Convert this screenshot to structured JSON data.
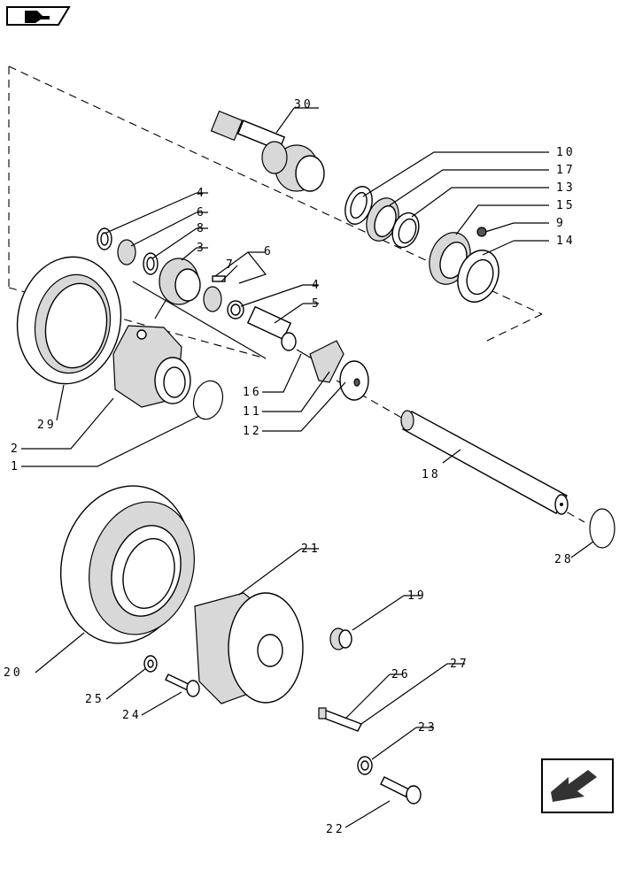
{
  "labels": {
    "p1": "1",
    "p2": "2",
    "p3": "3",
    "p4a": "4",
    "p4b": "4",
    "p5": "5",
    "p6a": "6",
    "p6b": "6",
    "p7": "7",
    "p8": "8",
    "p9": "9",
    "p10": "10",
    "p11": "11",
    "p12": "12",
    "p13": "13",
    "p14": "14",
    "p15": "15",
    "p16": "16",
    "p17": "17",
    "p18": "18",
    "p19": "19",
    "p20": "20",
    "p21": "21",
    "p22": "22",
    "p23": "23",
    "p24": "24",
    "p25": "25",
    "p26": "26",
    "p27": "27",
    "p28": "28",
    "p29": "29",
    "p30": "30"
  },
  "icons": {
    "top_left": "book-arrow-icon",
    "bottom_right": "previous-page-arrow-icon"
  }
}
